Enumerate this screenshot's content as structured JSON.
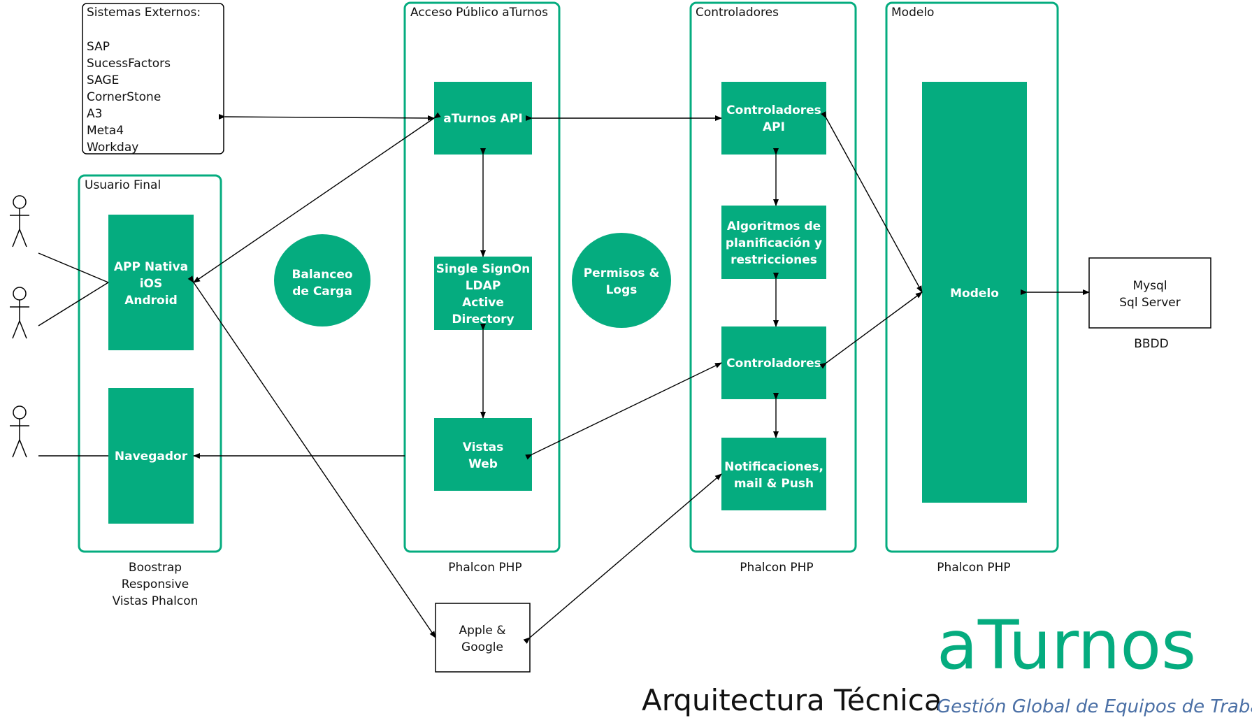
{
  "colors": {
    "accent": "#05ac7f",
    "line": "#000000",
    "subtitle": "#4a6fa5"
  },
  "external_systems": {
    "title": "Sistemas Externos:",
    "items": [
      "SAP",
      "SucessFactors",
      "SAGE",
      "CornerStone",
      "A3",
      "Meta4",
      "Workday"
    ]
  },
  "groups": {
    "usuario_final": "Usuario Final",
    "acceso_publico": "Acceso Público aTurnos",
    "controladores": "Controladores",
    "modelo": "Modelo"
  },
  "boxes": {
    "app_nativa": [
      "APP Nativa",
      "iOS",
      "Android"
    ],
    "navegador": [
      "Navegador"
    ],
    "aturnos_api": [
      "aTurnos API"
    ],
    "single_signon": [
      "Single SignOn",
      "LDAP",
      "Active",
      "Directory"
    ],
    "vistas_web": [
      "Vistas",
      "Web"
    ],
    "controladores_api": [
      "Controladores",
      "API"
    ],
    "algoritmos": [
      "Algoritmos de",
      "planificación y",
      "restricciones"
    ],
    "controladores": [
      "Controladores"
    ],
    "notificaciones": [
      "Notificaciones,",
      "mail & Push"
    ],
    "modelo": [
      "Modelo"
    ]
  },
  "circles": {
    "balanceo": [
      "Balanceo",
      "de Carga"
    ],
    "permisos": [
      "Permisos &",
      "Logs"
    ]
  },
  "db": {
    "lines": [
      "Mysql",
      "Sql Server"
    ],
    "caption": "BBDD"
  },
  "apple_google": [
    "Apple &",
    "Google"
  ],
  "footers": {
    "usuario_final": [
      "Boostrap",
      "Responsive",
      "Vistas Phalcon"
    ],
    "acceso_publico": "Phalcon PHP",
    "controladores": "Phalcon PHP",
    "modelo": "Phalcon PHP"
  },
  "brand": {
    "logo": "aTurnos",
    "title": "Arquitectura Técnica",
    "tagline": "Gestión Global de Equipos de Trabajo"
  }
}
